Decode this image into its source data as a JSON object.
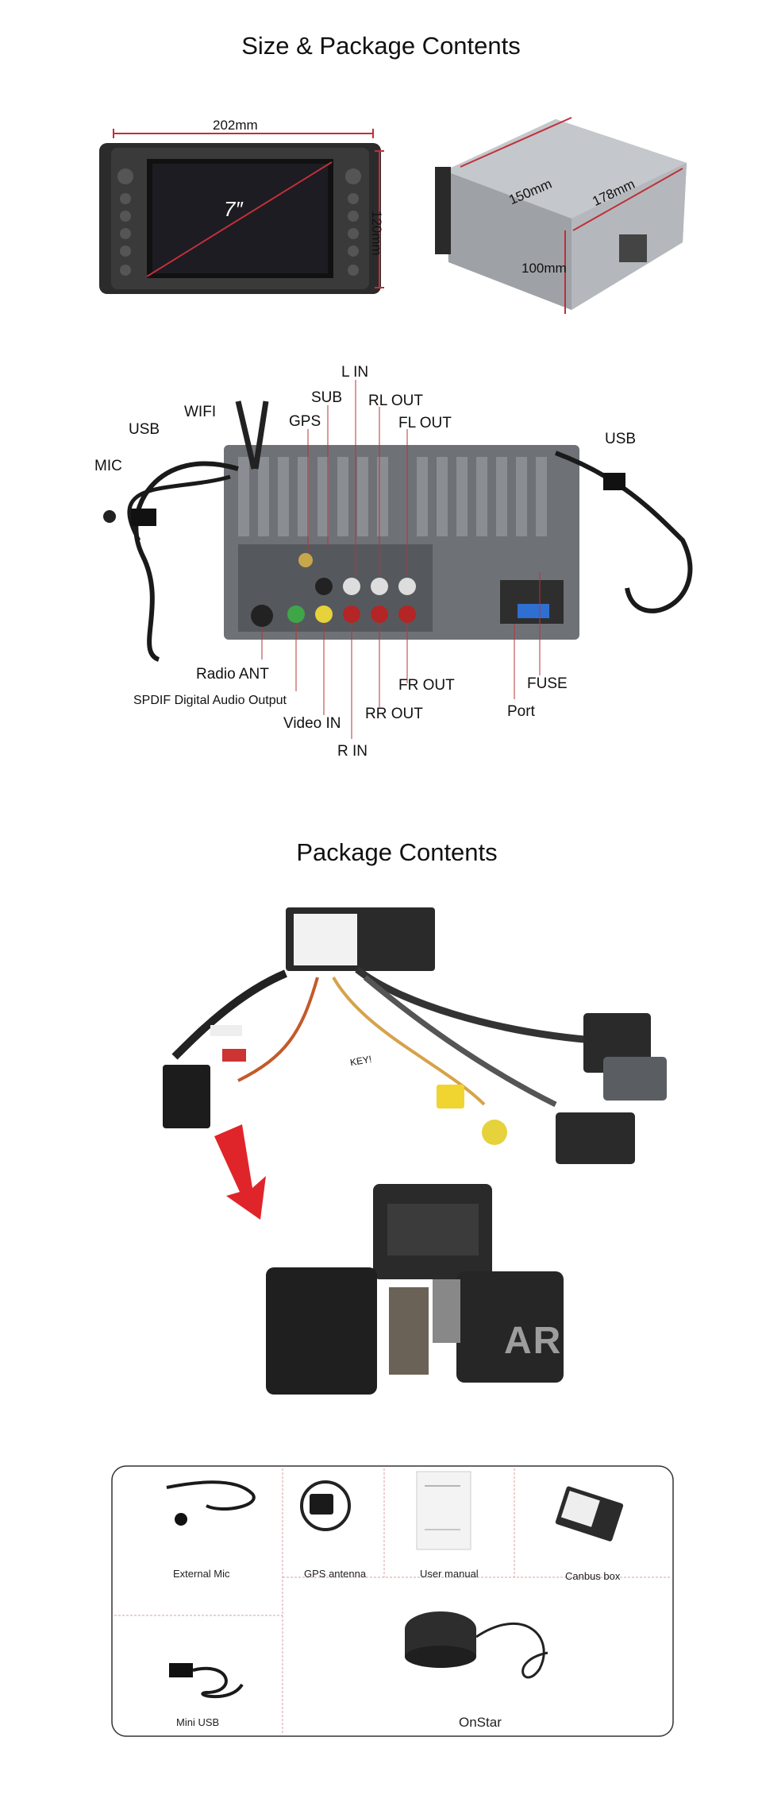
{
  "sections": {
    "size_title": "Size & Package Contents",
    "package_title": "Package Contents"
  },
  "dimensions": {
    "width": "202mm",
    "height": "120mm",
    "screen": "7″",
    "depth_a": "150mm",
    "depth_b": "178mm",
    "rear_h": "100mm"
  },
  "ports": {
    "l_in": "L IN",
    "sub": "SUB",
    "rl_out": "RL OUT",
    "wifi": "WIFI",
    "gps": "GPS",
    "fl_out": "FL OUT",
    "usb_left": "USB",
    "usb_right": "USB",
    "mic": "MIC",
    "radio_ant": "Radio ANT",
    "fr_out": "FR OUT",
    "fuse": "FUSE",
    "spdif": "SPDIF Digital Audio Output",
    "rr_out": "RR OUT",
    "port": "Port",
    "video_in": "Video IN",
    "r_in": "R IN"
  },
  "harness_label": "KEY!",
  "watermark": "ARKR",
  "package_items": [
    {
      "label": "External Mic",
      "icon": "microphone-icon"
    },
    {
      "label": "GPS antenna",
      "icon": "gps-antenna-icon"
    },
    {
      "label": "User manual",
      "icon": "manual-icon"
    },
    {
      "label": "Canbus box",
      "icon": "canbus-icon"
    },
    {
      "label": "Mini  USB",
      "icon": "usb-cable-icon"
    },
    {
      "label": "OnStar",
      "icon": "speaker-icon"
    }
  ],
  "colors": {
    "dimension_line": "#c0303a",
    "arrow_red": "#e0252a",
    "divider": "#d9a0a4"
  }
}
